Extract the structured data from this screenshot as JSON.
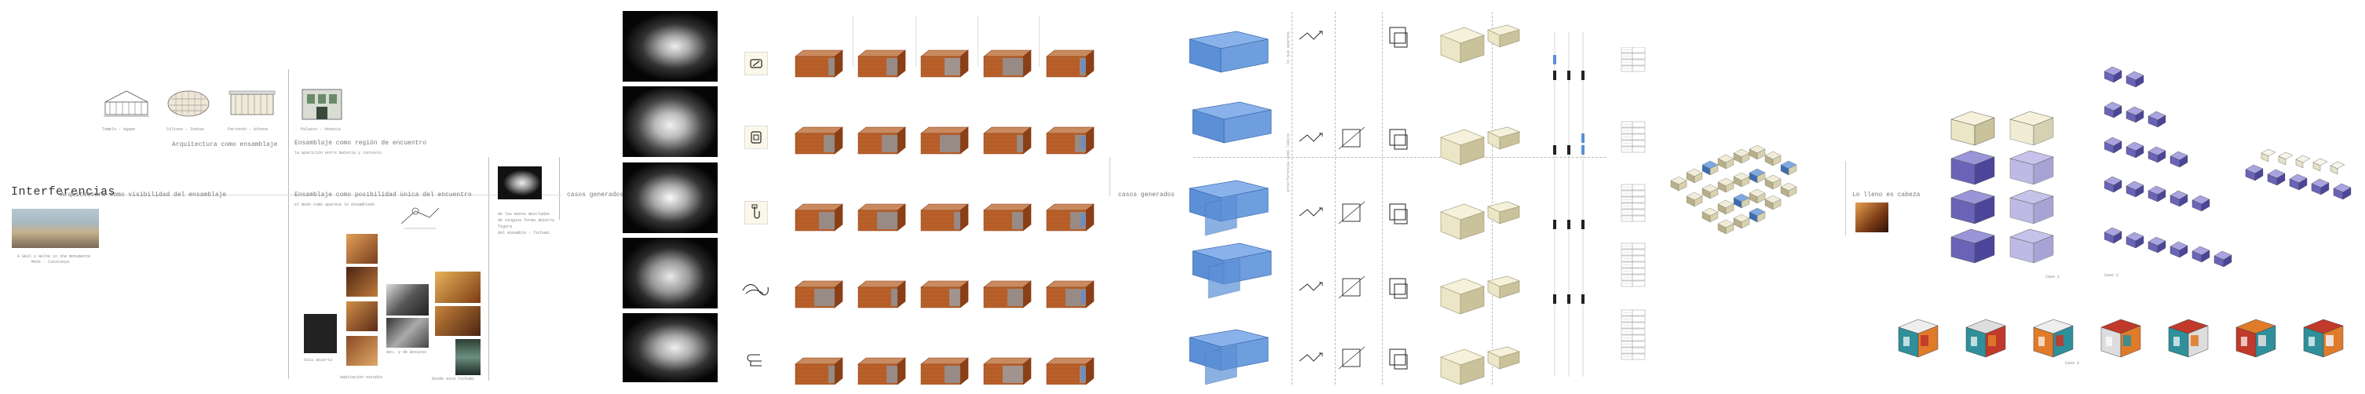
{
  "main_title": "Interferencias",
  "intro_caption_1": "A Gkel y Helne in the monumente",
  "intro_caption_2": "Monk - Catalunya",
  "section_architecture_label": "Arquitectura como visibilidad del ensamblaje",
  "section_assembly_title": "Arquitectura como ensamblaje",
  "section_region_title": "Ensamblaje como región de encuentro",
  "section_region_sub": "la aparición entre materia y contexto",
  "section_possibility_title": "Ensamblaje como posibilidad única del encuentro",
  "section_possibility_sub": "el modo como aparece lo ensamblado",
  "thumb_captions": [
    "Templo - Agape",
    "Coliseo - Inskas",
    "Partenón - Athena",
    "Palazzo - Venezia"
  ],
  "room_captions": [
    "Sala abierta",
    "Habitación estudio",
    "Apt. y de Bocasso",
    "Donde está Tschumi"
  ],
  "hand_caption_1": "de las manos mezcladas",
  "hand_caption_2": "de ninguna forma abierta",
  "hand_caption_3": "figura",
  "hand_caption_4": "del ensamble - Tschumi",
  "section_gestures_label": "casos generados",
  "section_gestures_label_2": "casos generados",
  "section_unexpected_label": "Lo lleno es cabeza",
  "blue_labels": [
    "lo que aparece",
    "interferencia como limite"
  ],
  "panel_captions": [
    "Caso 1",
    "Caso 2",
    "Caso 3"
  ],
  "colors": {
    "brick": "#b9602a",
    "brick_dark": "#8a3f16",
    "glass": "#9aa6b0",
    "blue": "#5b8fd6",
    "blue_dark": "#3d6cb0",
    "violet": "#6a64b8",
    "beige": "#ebe6c6",
    "beige_dark": "#c9c29a",
    "teal": "#2f8f9a",
    "orange": "#e07b2a",
    "red": "#c0392b"
  },
  "icons": [
    "chip-icon",
    "house-icon",
    "hook-icon",
    "loop-icon",
    "bracket-icon"
  ]
}
